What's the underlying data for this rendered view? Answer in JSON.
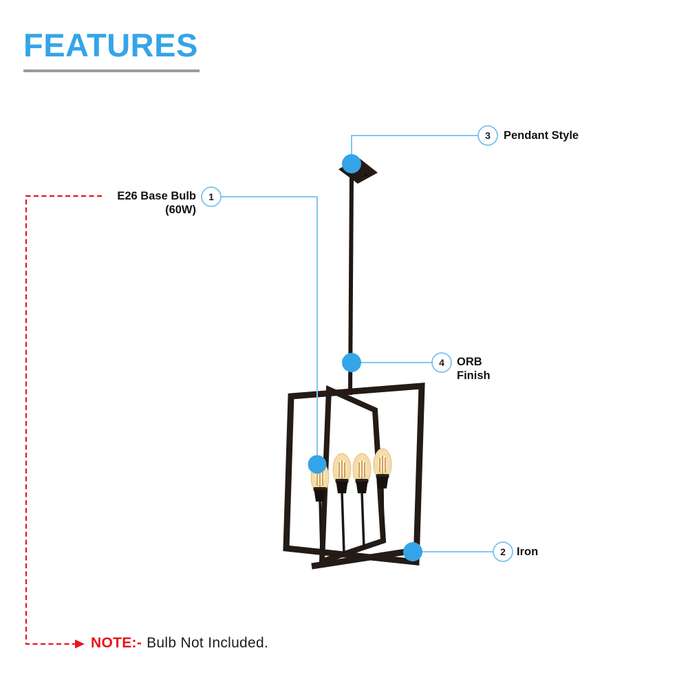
{
  "page": {
    "heading": "FEATURES"
  },
  "callouts": [
    {
      "number": "1",
      "line1": "E26 Base Bulb",
      "line2": "(60W)"
    },
    {
      "number": "2",
      "line1": "Iron"
    },
    {
      "number": "3",
      "line1": "Pendant Style"
    },
    {
      "number": "4",
      "line1": "ORB",
      "line2": "Finish"
    }
  ],
  "note": {
    "label": "NOTE:-",
    "text": "Bulb Not Included."
  },
  "icons": {
    "marker_dot": "filled-blue-circle-marker",
    "badge": "numbered-circle-badge",
    "note_arrow": "red-dashed-arrow"
  },
  "colors": {
    "accent": "#35a4e8",
    "connector": "#82c7f0",
    "badge_border": "#79c2ee",
    "red": "#e8141c",
    "metal": "#241b16",
    "bulb_glass": "#f5dca8",
    "underline": "#9a9a9a"
  }
}
